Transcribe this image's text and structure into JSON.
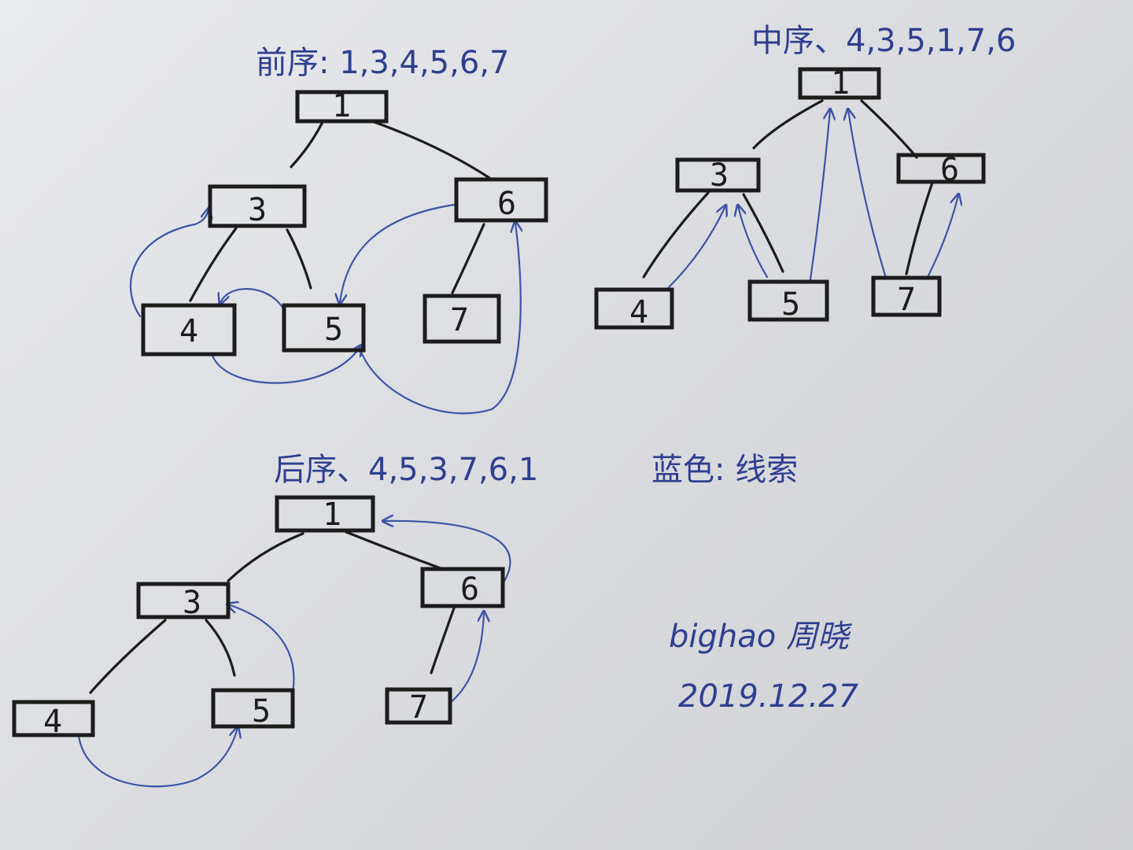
{
  "preorder": {
    "title": "前序: 1,3,4,5,6,7",
    "nodes": [
      "1",
      "3",
      "6",
      "4",
      "5",
      "7"
    ]
  },
  "inorder": {
    "title": "中序、4,3,5,1,7,6",
    "nodes": [
      "1",
      "3",
      "6",
      "4",
      "5",
      "7"
    ]
  },
  "postorder": {
    "title": "后序、4,5,3,7,6,1",
    "nodes": [
      "1",
      "3",
      "6",
      "4",
      "5",
      "7"
    ]
  },
  "legend": {
    "text": "蓝色: 线索"
  },
  "signature": {
    "author": "bighao 周晓",
    "date": "2019.12.27"
  },
  "colors": {
    "thread": "#3d53a6",
    "ink": "#1c1c1c",
    "text_blue": "#2f3f8f"
  }
}
